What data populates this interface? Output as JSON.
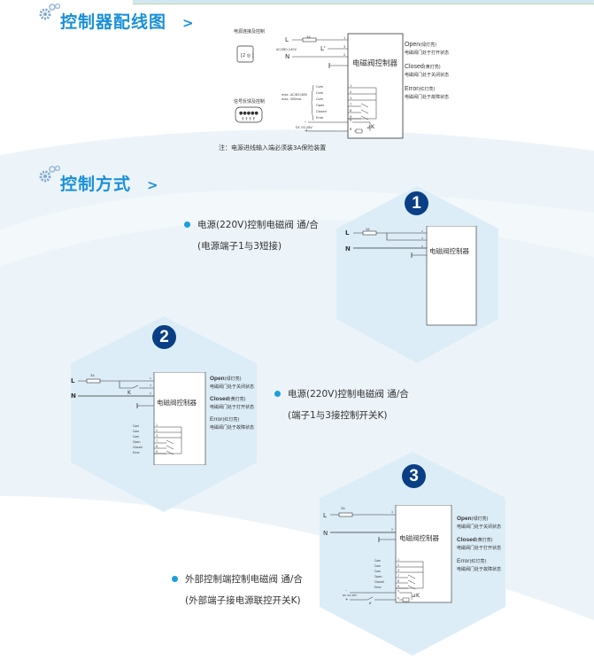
{
  "colors": {
    "accent": "#1a90d8",
    "badge": "#0a3f86",
    "hex_fill": "#dcedf7",
    "band": "#edf4f9"
  },
  "section1": {
    "title": "控制器配线图",
    "chevron": ">",
    "gear_icon": "gears-icon",
    "wiring": {
      "power_label": "电源连接及控制",
      "signal_label": "信号反馈及控制",
      "ac_range": "AC/380-240V",
      "signal_max_voltage": "max. AC/DC/48V",
      "signal_max_current": "max. 500mA",
      "dc_label": "DC 00-28V",
      "fuse": "3A",
      "controller": "电磁阀控制器",
      "L": "L",
      "L_prime": "L'",
      "N": "N",
      "minus": "-",
      "plus": "+",
      "pins_power": [
        "1",
        "3",
        "2"
      ],
      "signals": [
        {
          "name": "Com",
          "pin": "1"
        },
        {
          "name": "Com",
          "pin": "2"
        },
        {
          "name": "Com",
          "pin": "3"
        },
        {
          "name": "Open",
          "pin": "7"
        },
        {
          "name": "Closed",
          "pin": "8"
        },
        {
          "name": "Error",
          "pin": "9"
        }
      ],
      "pins_dc": [
        "5",
        "6"
      ],
      "status": [
        {
          "label": "Open",
          "light": "(绿灯亮)",
          "desc": "电磁阀门处于打开状态"
        },
        {
          "label": "Closed",
          "light": "(黄灯亮)",
          "desc": "电磁阀门处于关闭状态"
        },
        {
          "label": "Error",
          "light": "(红灯亮)",
          "desc": "电磁阀门处于故障状态"
        }
      ]
    },
    "note": "注：电源进线输入端必须装3A保险装置"
  },
  "section2": {
    "title": "控制方式",
    "chevron": ">",
    "gear_icon": "gears-icon",
    "modes": [
      {
        "number": "1",
        "line1": "电源(220V)控制电磁阀 通/合",
        "line2": "(电源端子1与3短接)",
        "diagram": {
          "fuse": "3A",
          "L": "L",
          "N": "N",
          "controller": "电磁阀控制器",
          "pins": [
            "1",
            "3",
            "2"
          ]
        }
      },
      {
        "number": "2",
        "line1": "电源(220V)控制电磁阀 通/合",
        "line2": "(端子1与3接控制开关K)",
        "diagram": {
          "fuse": "3A",
          "L": "L",
          "N": "N",
          "K": "K",
          "controller": "电磁阀控制器",
          "pins": [
            "1",
            "3",
            "2"
          ],
          "signals": [
            {
              "name": "Com",
              "pin": "1"
            },
            {
              "name": "Com",
              "pin": "2"
            },
            {
              "name": "Com",
              "pin": "3"
            },
            {
              "name": "Open",
              "pin": "7"
            },
            {
              "name": "Closed",
              "pin": "8"
            },
            {
              "name": "Error",
              "pin": "9"
            }
          ],
          "status": [
            {
              "label": "Open",
              "light": "(绿灯亮)",
              "desc": "电磁阀门处于关闭状态"
            },
            {
              "label": "Closed",
              "light": "(黄灯亮)",
              "desc": "电磁阀门处于打开状态"
            },
            {
              "label": "Error",
              "light": "(红灯亮)",
              "desc": "电磁阀门处于故障状态"
            }
          ]
        }
      },
      {
        "number": "3",
        "line1": "外部控制端控制电磁阀 通/合",
        "line2": "(外部端子接电源联控开关K)",
        "diagram": {
          "fuse": "3A",
          "L": "L",
          "N": "N",
          "K": "K",
          "controller": "电磁阀控制器",
          "pins": [
            "1",
            "2"
          ],
          "dc_label": "DC 00-28V",
          "minus": "-",
          "plus": "+",
          "pins_dc": [
            "5",
            "6"
          ],
          "signals": [
            {
              "name": "Com",
              "pin": "1"
            },
            {
              "name": "Com",
              "pin": "2"
            },
            {
              "name": "Com",
              "pin": "3"
            },
            {
              "name": "Open",
              "pin": "7"
            },
            {
              "name": "Closed",
              "pin": "8"
            },
            {
              "name": "Error",
              "pin": "9"
            }
          ],
          "status": [
            {
              "label": "Open",
              "light": "(绿灯亮)",
              "desc": "电磁阀门处于关闭状态"
            },
            {
              "label": "Closed",
              "light": "(黄灯亮)",
              "desc": "电磁阀门处于打开状态"
            },
            {
              "label": "Error",
              "light": "(红灯亮)",
              "desc": "电磁阀门处于故障状态"
            }
          ]
        }
      }
    ]
  }
}
